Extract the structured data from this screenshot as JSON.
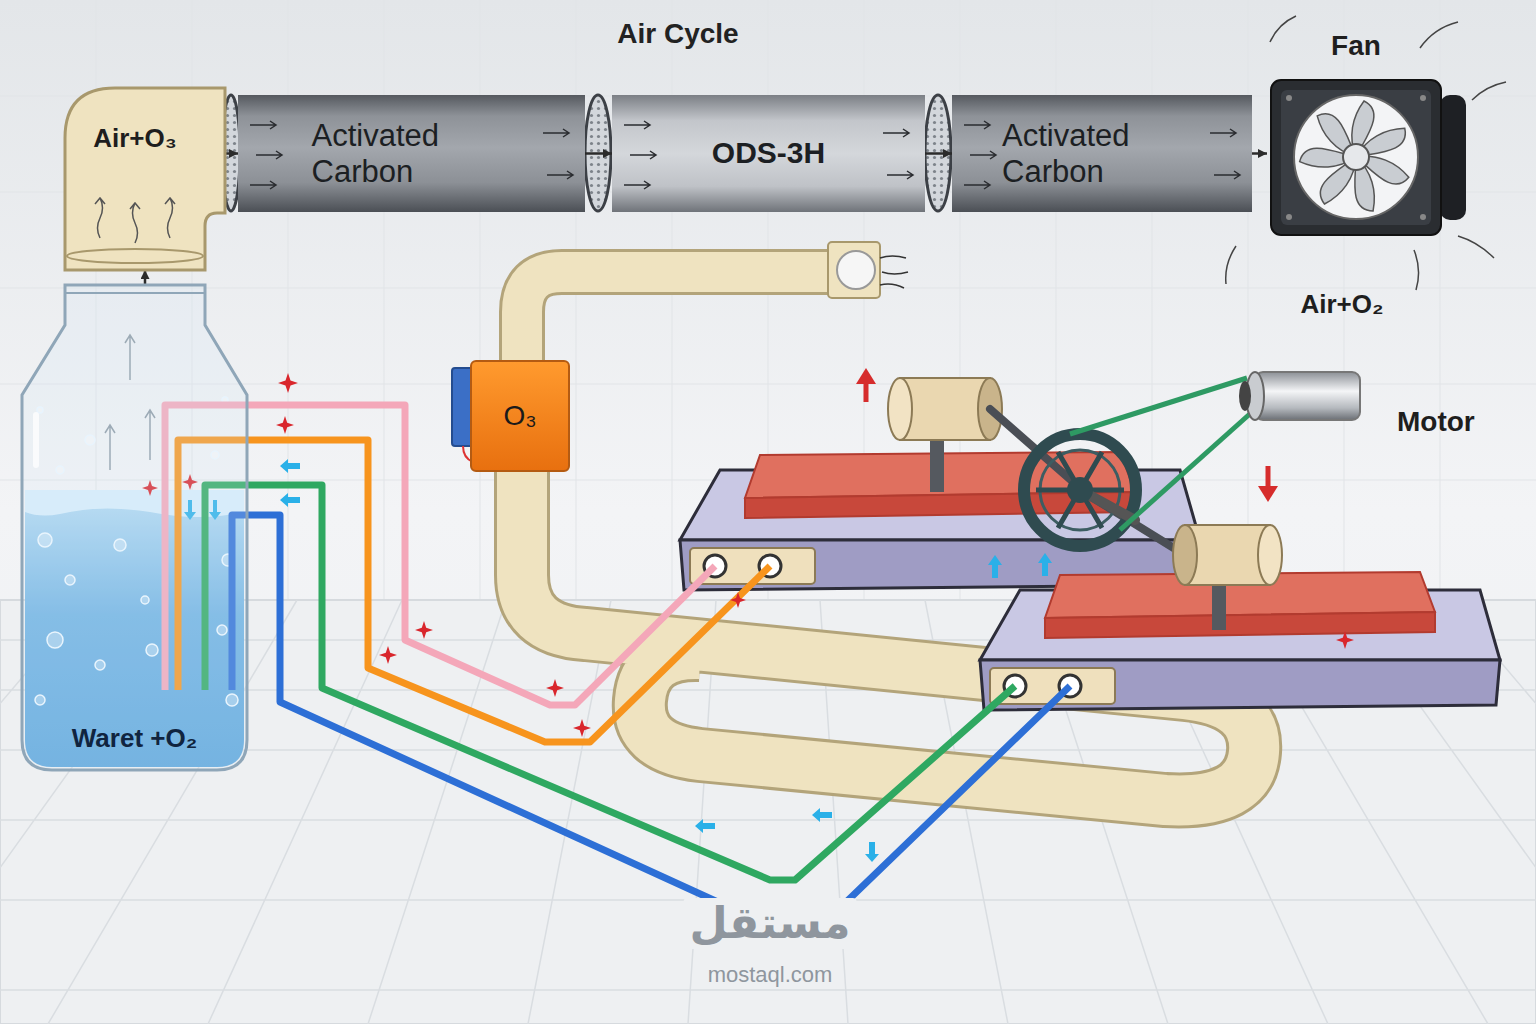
{
  "diagram": {
    "title": "Air Cycle",
    "nodes": [
      {
        "text": [
          "Air+O₃"
        ]
      },
      {
        "text": [
          "Activated Carbon"
        ]
      },
      {
        "text": [
          "ODS-3H"
        ]
      },
      {
        "text": [
          "Activated Carbon"
        ]
      },
      {
        "text": [
          "Fan"
        ]
      },
      {
        "text": [
          "Waret +O₂"
        ]
      },
      {
        "text": [
          "O₃"
        ]
      }
    ],
    "edges": [
      {
        "from": 5,
        "to": 0,
        "arrow": "to"
      },
      {
        "from": 0,
        "to": 1,
        "arrow": "to"
      },
      {
        "from": 1,
        "to": 2,
        "arrow": "to"
      },
      {
        "from": 2,
        "to": 3,
        "arrow": "to"
      },
      {
        "from": 3,
        "to": 4,
        "arrow": "to"
      }
    ],
    "labels": [
      "Air+O₂",
      "Motor",
      "مستقل",
      "mostaql.com"
    ]
  }
}
